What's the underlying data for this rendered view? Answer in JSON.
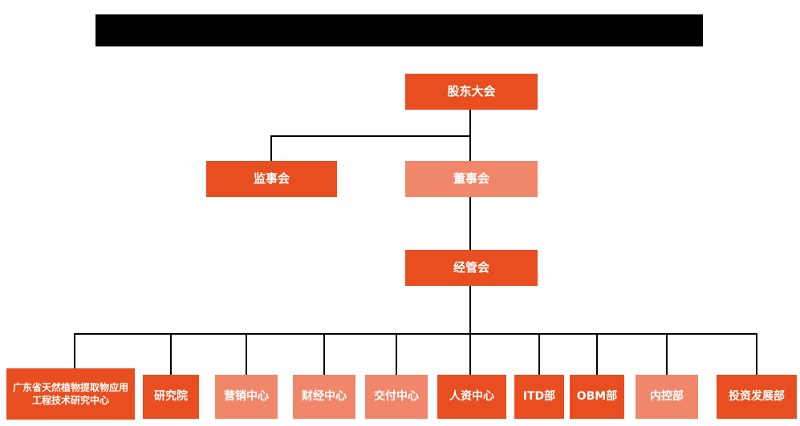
{
  "colors": {
    "primary": "#e84e1f",
    "secondary": "#f0876b",
    "line": "#000000",
    "titlebar": "#000000",
    "background": "#ffffff"
  },
  "chart": {
    "type": "org-chart",
    "shareholders": {
      "label": "股东大会",
      "tone": "primary"
    },
    "supervisory": {
      "label": "监事会",
      "tone": "primary"
    },
    "board": {
      "label": "董事会",
      "tone": "secondary"
    },
    "management": {
      "label": "经管会",
      "tone": "primary"
    },
    "departments": [
      {
        "label": "广东省天然植物提取物应用工程技术研究中心",
        "tone": "primary"
      },
      {
        "label": "研究院",
        "tone": "primary"
      },
      {
        "label": "营销中心",
        "tone": "secondary"
      },
      {
        "label": "财经中心",
        "tone": "secondary"
      },
      {
        "label": "交付中心",
        "tone": "secondary"
      },
      {
        "label": "人资中心",
        "tone": "primary"
      },
      {
        "label": "ITD部",
        "tone": "primary"
      },
      {
        "label": "OBM部",
        "tone": "primary"
      },
      {
        "label": "内控部",
        "tone": "secondary"
      },
      {
        "label": "投资发展部",
        "tone": "primary"
      }
    ]
  }
}
